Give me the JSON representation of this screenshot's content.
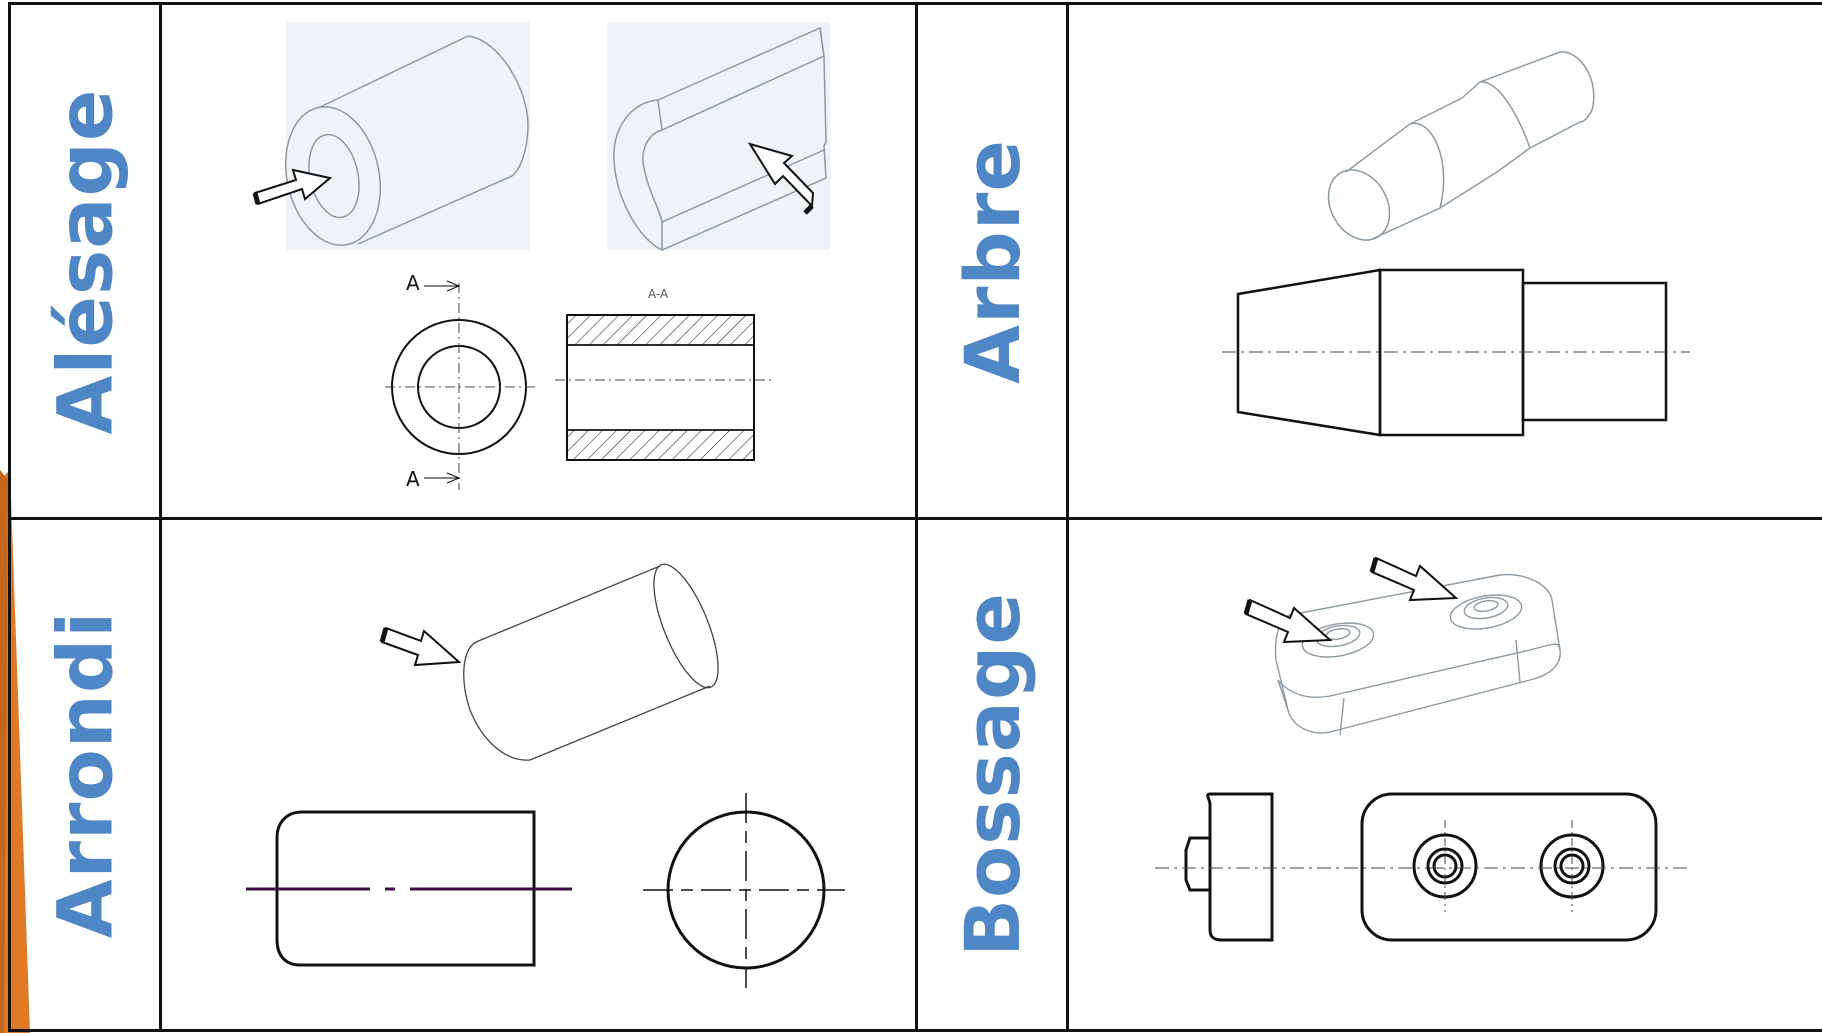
{
  "colors": {
    "label": "#4f86c6",
    "grid": "#111111",
    "accent_orange": "#e07a26",
    "iso_background": "#eef4f5",
    "iso_line": "#8c9aa3",
    "fine_line": "#777777",
    "axis_purple": "#3d0d44"
  },
  "cells": {
    "alesage": {
      "label": "Alésage",
      "section_tag_top": "A",
      "section_tag_bottom": "A",
      "section_title": "A-A"
    },
    "arbre": {
      "label": "Arbre"
    },
    "arrondi": {
      "label": "Arrondi"
    },
    "bossage": {
      "label": "Bossage"
    }
  }
}
